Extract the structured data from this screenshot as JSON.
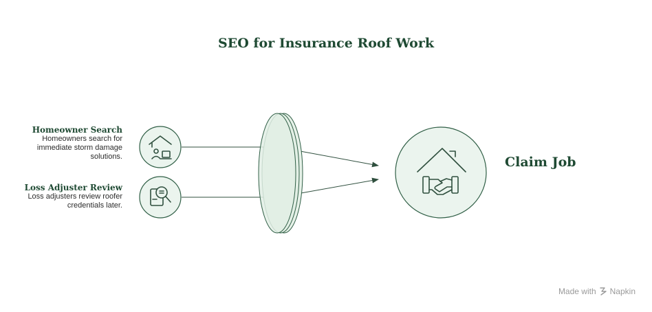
{
  "title": "SEO for Insurance Roof Work",
  "inputs": [
    {
      "title": "Homeowner Search",
      "description_lines": [
        "Homeowners search for",
        "immediate storm damage",
        "solutions."
      ],
      "icon": "homeowner-laptop-icon"
    },
    {
      "title": "Loss Adjuster Review",
      "description_lines": [
        "Loss adjusters review roofer",
        "credentials later."
      ],
      "icon": "document-magnifier-icon"
    }
  ],
  "output": {
    "title": "Claim Job",
    "icon": "house-handshake-icon"
  },
  "lens_icon": "lens-icon",
  "watermark": {
    "prefix": "Made with",
    "brand": "Napkin",
    "icon": "napkin-logo-icon"
  },
  "colors": {
    "circle_fill": "#ebf4ee",
    "circle_stroke": "#2f5e45",
    "lens_fill": "#e2efe5",
    "title_color": "#1f4a33",
    "line_color": "#2f4f3e"
  }
}
